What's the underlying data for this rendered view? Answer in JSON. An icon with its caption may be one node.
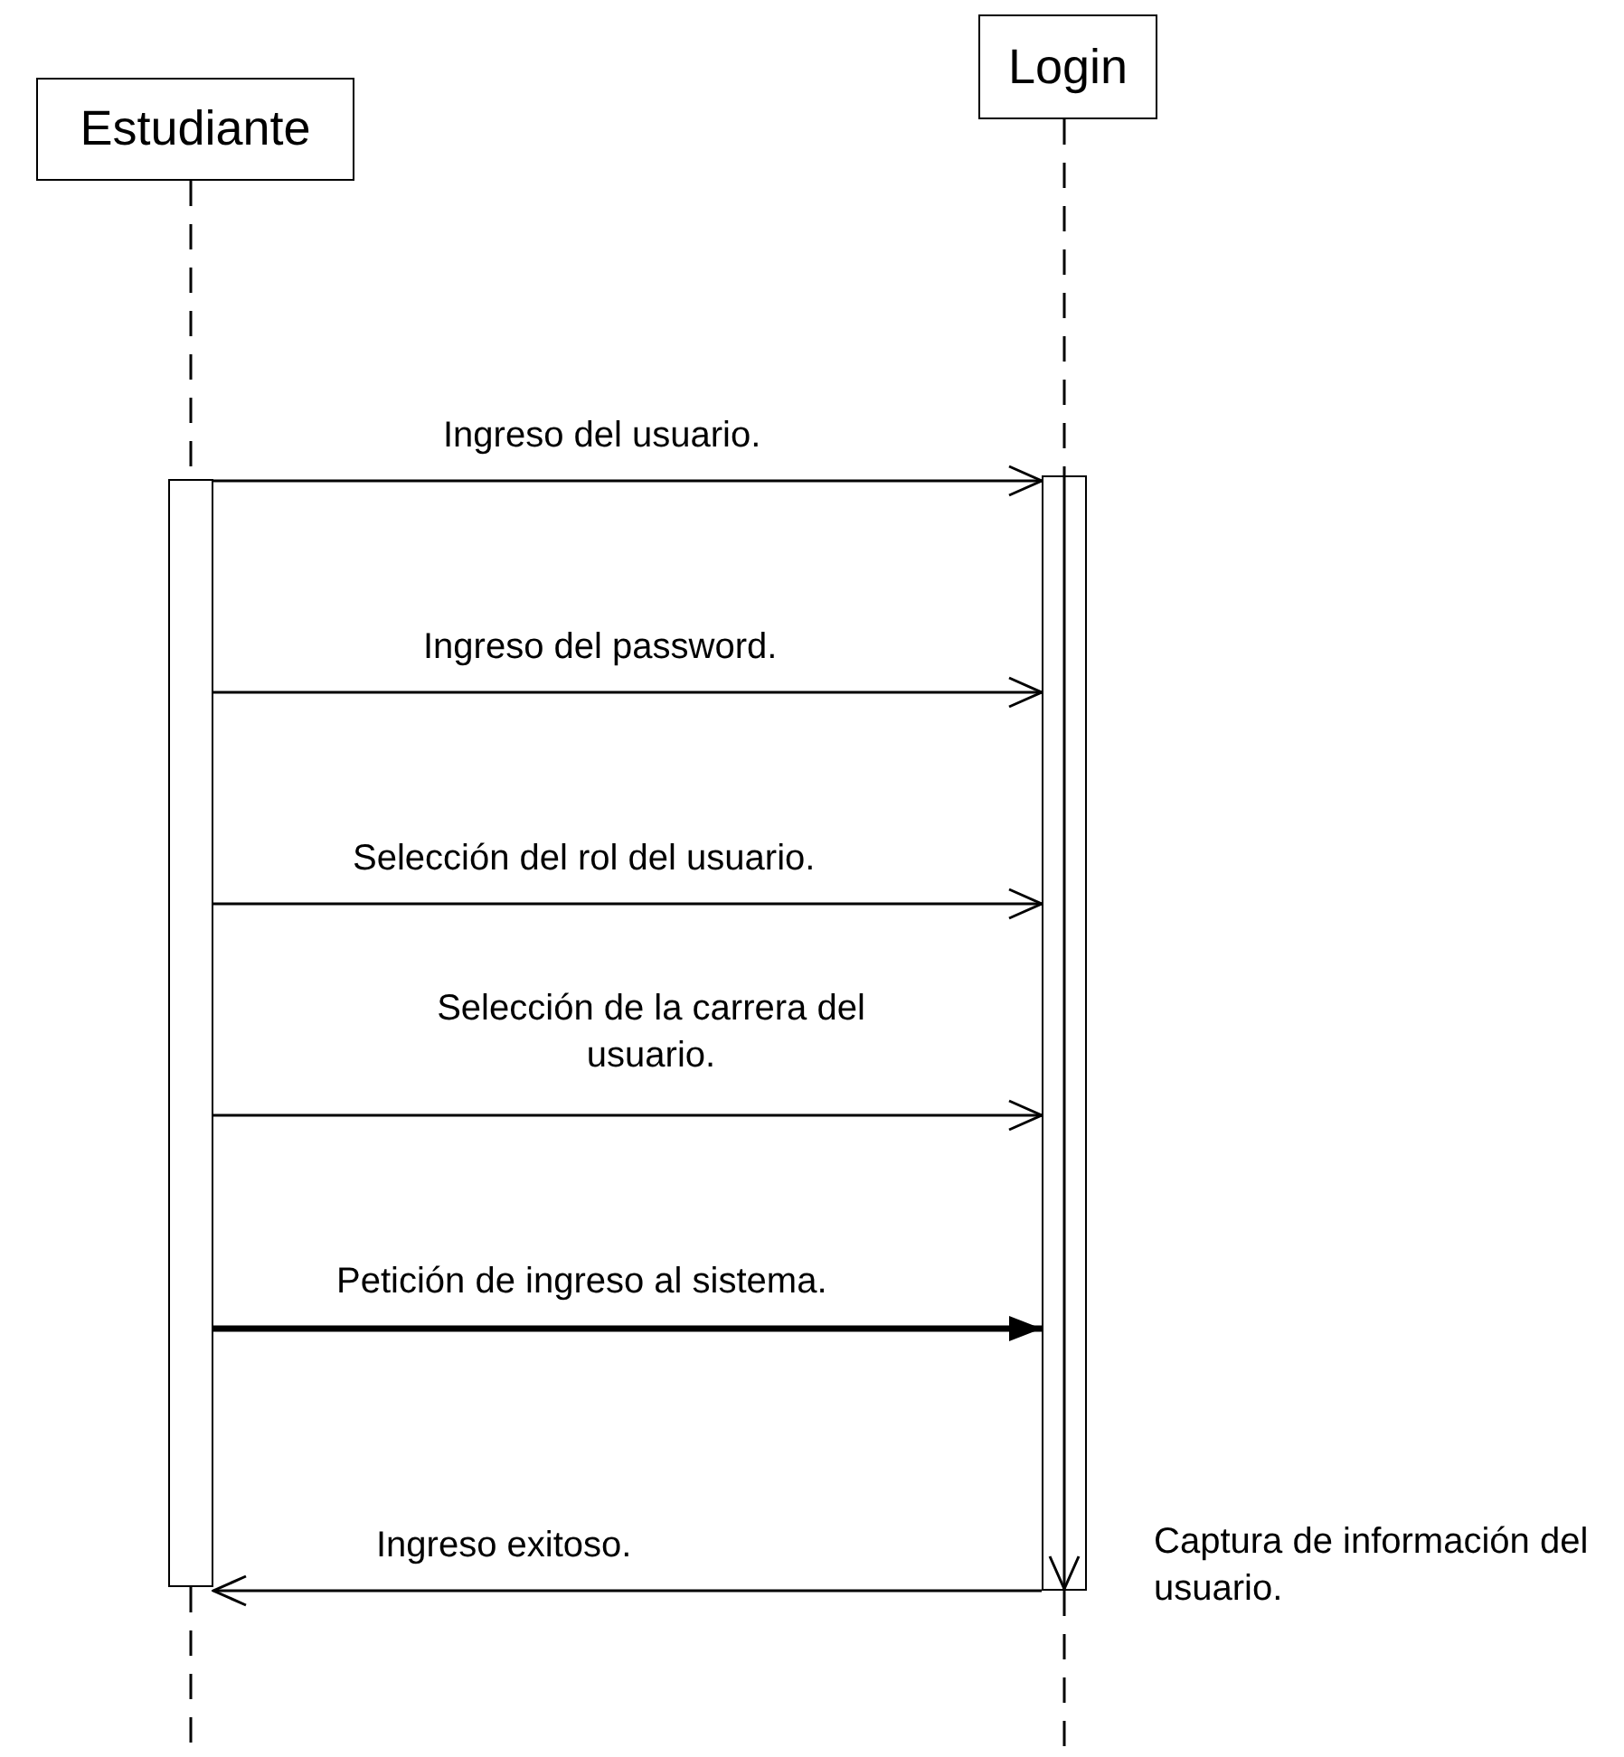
{
  "diagram": {
    "nodes": [
      {
        "text": [
          "Estudiante"
        ]
      },
      {
        "text": [
          "Login"
        ]
      },
      {
        "text": [],
        "shape": "bar"
      },
      {
        "text": [],
        "shape": "bar"
      }
    ],
    "edges": [
      {
        "from": 0,
        "to": 2,
        "arrow": "none",
        "style": "dashed"
      },
      {
        "from": 1,
        "to": 3,
        "arrow": "none",
        "style": "dashed"
      },
      {
        "from": 2,
        "to": 3,
        "arrow": "to",
        "label": "Ingreso del usuario."
      },
      {
        "from": 2,
        "to": 3,
        "arrow": "to",
        "label": "Ingreso del password."
      },
      {
        "from": 2,
        "to": 3,
        "arrow": "to",
        "label": "Selección del rol del usuario."
      },
      {
        "from": 2,
        "to": 3,
        "arrow": "to",
        "label": "Selección de la carrera del usuario."
      },
      {
        "from": 2,
        "to": 3,
        "arrow": "to",
        "style": "thick",
        "label": "Petición de ingreso al sistema."
      },
      {
        "from": 3,
        "to": 3,
        "arrow": "to",
        "label": "Captura de información del usuario."
      },
      {
        "from": 3,
        "to": 2,
        "arrow": "to",
        "label": "Ingreso exitoso."
      },
      {
        "from": 2,
        "to": null,
        "arrow": "none",
        "style": "dashed"
      },
      {
        "from": 3,
        "to": null,
        "arrow": "none",
        "style": "dashed"
      }
    ]
  }
}
